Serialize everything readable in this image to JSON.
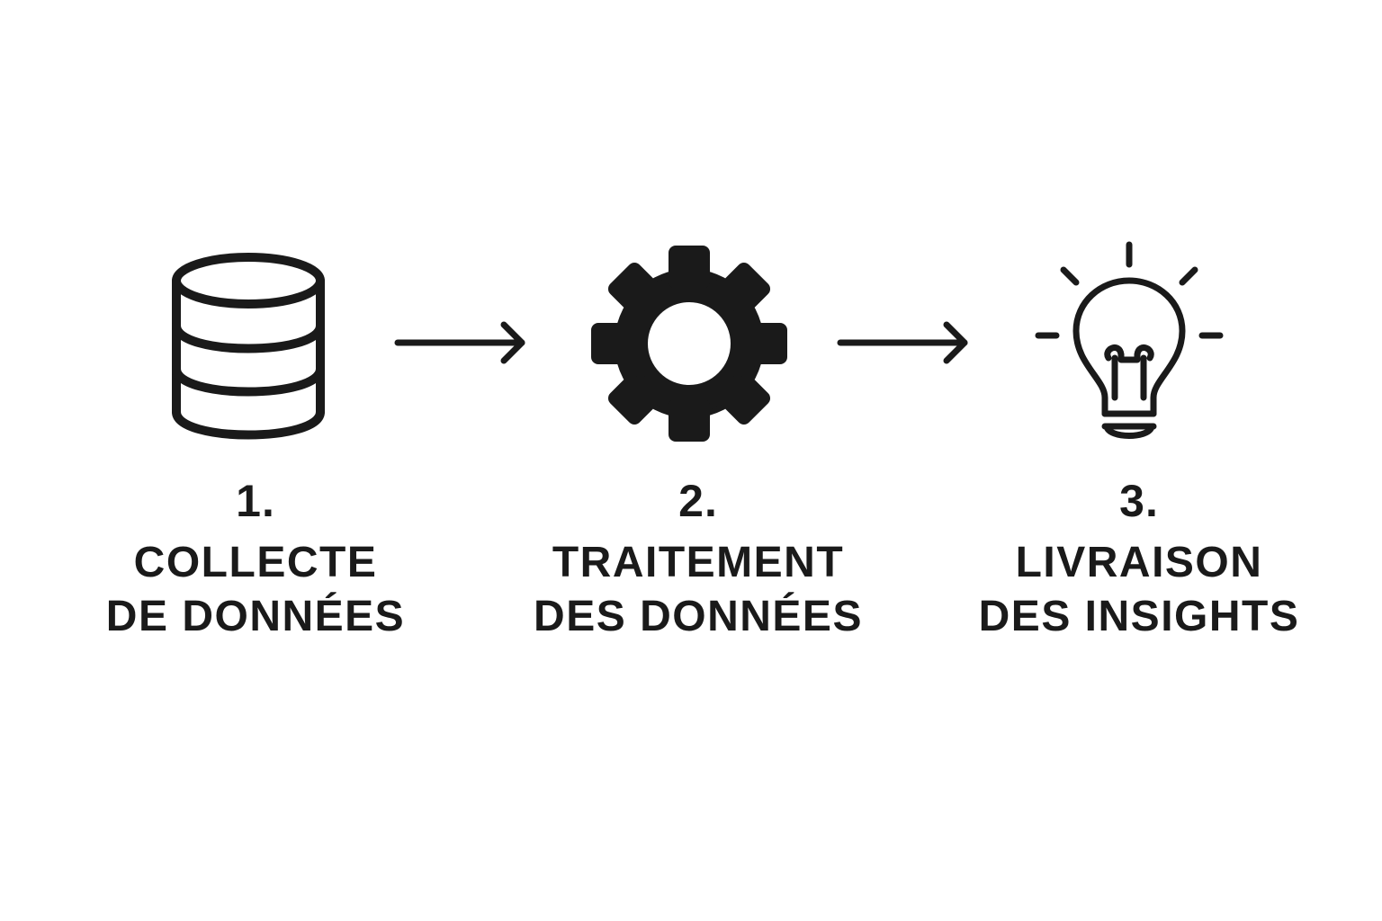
{
  "steps": [
    {
      "icon": "database-icon",
      "number": "1.",
      "line1": "COLLECTE",
      "line2": "DE DONNÉES"
    },
    {
      "icon": "gear-icon",
      "number": "2.",
      "line1": "TRAITEMENT",
      "line2": "DES DONNÉES"
    },
    {
      "icon": "lightbulb-icon",
      "number": "3.",
      "line1": "LIVRAISON",
      "line2": "DES INSIGHTS"
    }
  ],
  "colors": {
    "foreground": "#1a1a1a",
    "background": "#ffffff"
  }
}
